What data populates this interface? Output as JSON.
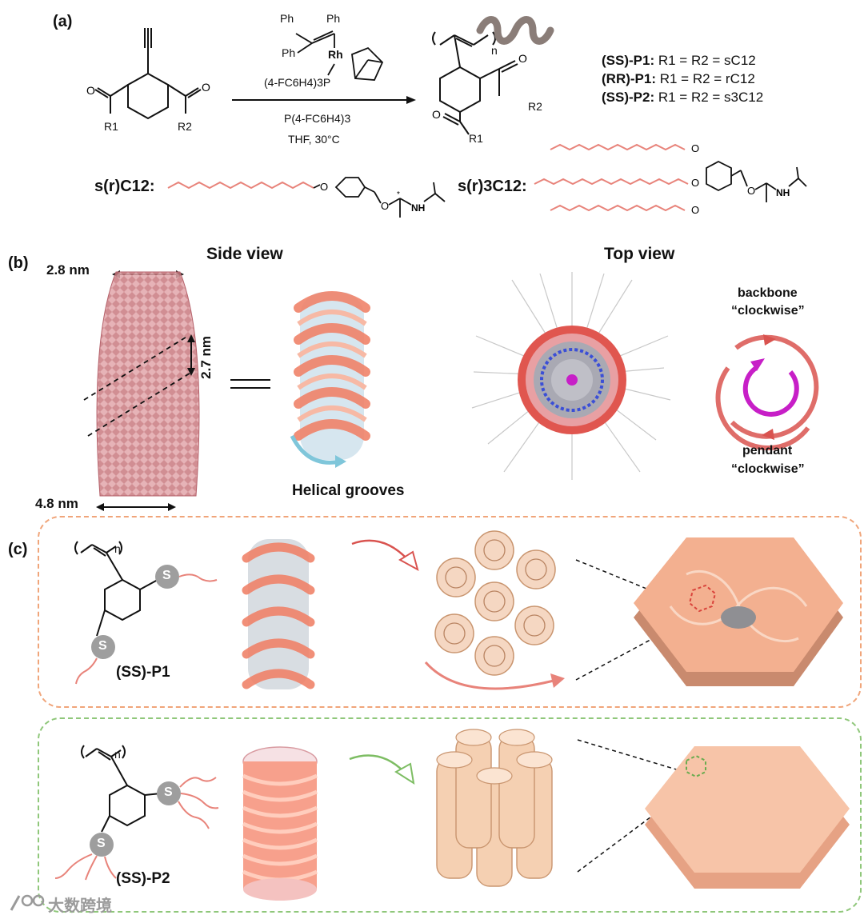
{
  "panels": {
    "a": "(a)",
    "b": "(b)",
    "c": "(c)"
  },
  "reaction": {
    "catalyst_ph_top_left": "Ph",
    "catalyst_ph_top_right": "Ph",
    "catalyst_ph_left": "Ph",
    "catalyst_rh": "Rh",
    "catalyst_ligand": "(4-FC6H4)3P",
    "conditions_reagent": "P(4-FC6H4)3",
    "conditions_solvent": "THF, 30°C",
    "r1": "R1",
    "r2": "R2",
    "n": "n",
    "product_r1": "R1",
    "product_r2": "R2",
    "product_n": "n"
  },
  "legend": [
    {
      "name": "(SS)-P1:",
      "rest": " R1 = R2 = sC12"
    },
    {
      "name": "(RR)-P1:",
      "rest": " R1 = R2 = rC12"
    },
    {
      "name": "(SS)-P2:",
      "rest": " R1 = R2 = s3C12"
    }
  ],
  "sidechains": {
    "c12_label": "s(r)C12:",
    "c312_label": "s(r)3C12:",
    "o": "O",
    "nh": "NH",
    "star": "*"
  },
  "panel_b": {
    "side_view": "Side view",
    "top_view": "Top view",
    "dim_top": "2.8 nm",
    "dim_pitch": "2.7 nm",
    "dim_bottom": "4.8 nm",
    "helical_grooves": "Helical grooves",
    "backbone_line1": "backbone",
    "backbone_line2": "“clockwise”",
    "pendant_line1": "pendant",
    "pendant_line2": "“clockwise”"
  },
  "panel_c": {
    "p1_label": "(SS)-P1",
    "p2_label": "(SS)-P2",
    "s": "S",
    "n": "n"
  },
  "watermark": "大数跨境",
  "colors": {
    "pink_chain": "#e8837a",
    "helix_orange": "#f0836a",
    "arrow_red": "#d9534f",
    "arrow_green": "#7dbd63",
    "pendant_magenta": "#c71fc7",
    "sulfur_gray": "#9e9e9e"
  }
}
